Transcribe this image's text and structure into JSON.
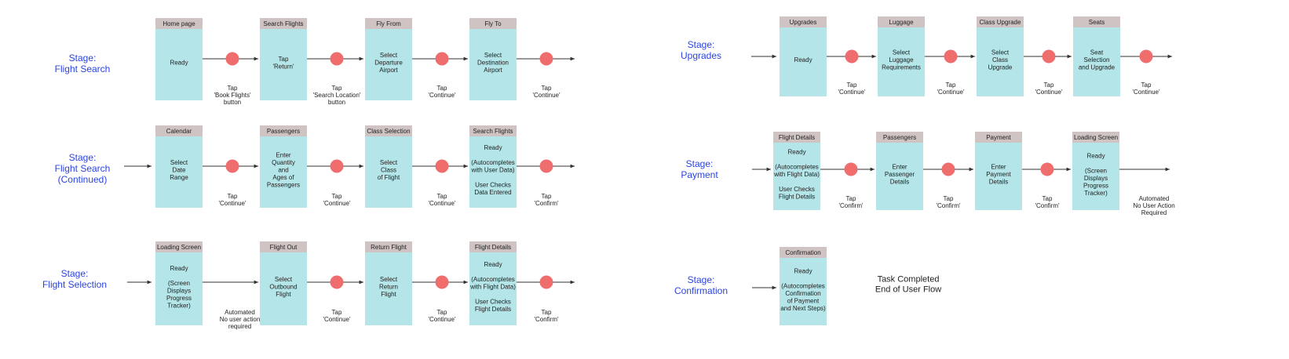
{
  "stages": [
    {
      "id": "flight-search",
      "label": [
        "Stage:",
        "Flight Search"
      ],
      "steps": [
        {
          "title": "Home page",
          "body": [
            "Ready"
          ]
        },
        {
          "title": "Search Flights",
          "body": [
            "Tap",
            "'Return'"
          ]
        },
        {
          "title": "Fly From",
          "body": [
            "Select",
            "Departure",
            "Airport"
          ]
        },
        {
          "title": "Fly To",
          "body": [
            "Select",
            "Destination",
            "Airport"
          ]
        }
      ],
      "actions": [
        [
          "Tap",
          "'Book Flights'",
          "button"
        ],
        [
          "Tap",
          "'Search Location'",
          "button"
        ],
        [
          "Tap",
          "'Continue'"
        ],
        [
          "Tap",
          "'Continue'"
        ]
      ]
    },
    {
      "id": "flight-search-continued",
      "label": [
        "Stage:",
        "Flight Search",
        "(Continued)"
      ],
      "steps": [
        {
          "title": "Calendar",
          "body": [
            "Select",
            "Date",
            "Range"
          ]
        },
        {
          "title": "Passengers",
          "body": [
            "Enter",
            "Quantity",
            "and",
            "Ages of",
            "Passengers"
          ]
        },
        {
          "title": "Class Selection",
          "body": [
            "Select",
            "Class",
            "of Flight"
          ]
        },
        {
          "title": "Search Flights",
          "body": [
            "Ready",
            "",
            "(Autocompletes",
            "with User Data)",
            "",
            "User Checks",
            "Data Entered"
          ]
        }
      ],
      "actions": [
        [
          "Tap",
          "'Continue'"
        ],
        [
          "Tap",
          "'Continue'"
        ],
        [
          "Tap",
          "'Continue'"
        ],
        [
          "Tap",
          "'Confirm'"
        ]
      ]
    },
    {
      "id": "flight-selection",
      "label": [
        "Stage:",
        "Flight Selection"
      ],
      "steps": [
        {
          "title": "Loading Screen",
          "body": [
            "Ready",
            "",
            "(Screen",
            "Displays",
            "Progress",
            "Tracker)"
          ]
        },
        {
          "title": "Flight Out",
          "body": [
            "Select",
            "Outbound",
            "Flight"
          ]
        },
        {
          "title": "Return Flight",
          "body": [
            "Select",
            "Return",
            "Flight"
          ]
        },
        {
          "title": "Flight Details",
          "body": [
            "Ready",
            "",
            "(Autocompletes",
            "with Flight Data)",
            "",
            "User Checks",
            "Flight Details"
          ]
        }
      ],
      "actions": [
        [
          "Automated",
          "No user action",
          "required"
        ],
        [
          "Tap",
          "'Continue'"
        ],
        [
          "Tap",
          "'Continue'"
        ],
        [
          "Tap",
          "'Confirm'"
        ]
      ]
    },
    {
      "id": "upgrades",
      "label": [
        "Stage:",
        "Upgrades"
      ],
      "steps": [
        {
          "title": "Upgrades",
          "body": [
            "Ready"
          ]
        },
        {
          "title": "Luggage",
          "body": [
            "Select",
            "Luggage",
            "Requirements"
          ]
        },
        {
          "title": "Class Upgrade",
          "body": [
            "Select",
            "Class",
            "Upgrade"
          ]
        },
        {
          "title": "Seats",
          "body": [
            "Seat",
            "Selection",
            "and Upgrade"
          ]
        }
      ],
      "actions": [
        [
          "Tap",
          "'Continue'"
        ],
        [
          "Tap",
          "'Continue'"
        ],
        [
          "Tap",
          "'Continue'"
        ],
        [
          "Tap",
          "'Continue'"
        ]
      ]
    },
    {
      "id": "payment",
      "label": [
        "Stage:",
        "Payment"
      ],
      "steps": [
        {
          "title": "Flight Details",
          "body": [
            "Ready",
            "",
            "(Autocompletes",
            "with Flight Data)",
            "",
            "User Checks",
            "Flight Details"
          ]
        },
        {
          "title": "Passengers",
          "body": [
            "Enter",
            "Passenger",
            "Details"
          ]
        },
        {
          "title": "Payment",
          "body": [
            "Enter",
            "Payment",
            "Details"
          ]
        },
        {
          "title": "Loading Screen",
          "body": [
            "Ready",
            "",
            "(Screen",
            "Displays",
            "Progress",
            "Tracker)"
          ]
        }
      ],
      "actions": [
        [
          "Tap",
          "'Confirm'"
        ],
        [
          "Tap",
          "'Confirm'"
        ],
        [
          "Tap",
          "'Confirm'"
        ],
        [
          "Automated",
          "No User Action",
          "Required"
        ]
      ]
    },
    {
      "id": "confirmation",
      "label": [
        "Stage:",
        "Confirmation"
      ],
      "steps": [
        {
          "title": "Confirmation",
          "body": [
            "Ready",
            "",
            "(Autocompletes",
            "Confirmation",
            "of Payment",
            "and Next Steps)"
          ]
        }
      ],
      "actions": [],
      "final_text": [
        "Task Completed",
        "End of User Flow"
      ]
    }
  ]
}
